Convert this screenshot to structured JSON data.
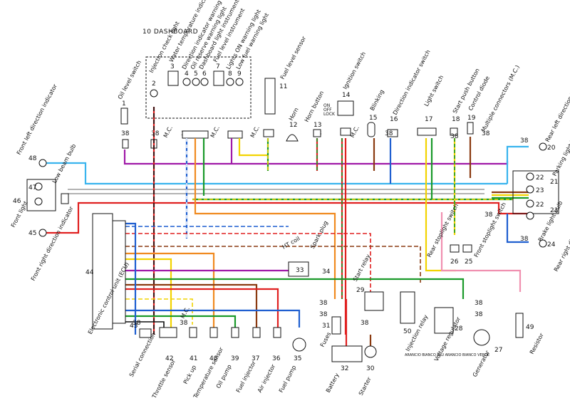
{
  "title": "10  DASHBOARD",
  "dash_labels": [
    "Injection check light",
    "Water temperature indicator",
    "Direction indicator warning light",
    "Oil reserve warning light",
    "Dashboard light instrument",
    "Fuel level instrument",
    "Lights ON warning light",
    "Low fuel warning light"
  ],
  "dash_nums": [
    "1",
    "2",
    "3",
    "4",
    "5",
    "6",
    "7",
    "8",
    "9"
  ],
  "top_components": [
    {
      "num": "1",
      "label": "Oil level switch"
    },
    {
      "num": "11",
      "label": "Fuel level sensor"
    },
    {
      "num": "12",
      "label": "Horn"
    },
    {
      "num": "13",
      "label": "Horn button"
    },
    {
      "num": "14",
      "label": "Ignition switch"
    },
    {
      "num": "15",
      "label": "Blinking"
    },
    {
      "num": "16",
      "label": "Direction indicator switch"
    },
    {
      "num": "17",
      "label": "Light switch"
    },
    {
      "num": "18",
      "label": "Start push button"
    },
    {
      "num": "19",
      "label": "Control diode"
    }
  ],
  "multiple_connectors": "Multiple connectors (M.C.)",
  "connector_code": "38",
  "mc": "M.C.",
  "ignition_positions": [
    "ON",
    "OFF",
    "LOCK"
  ],
  "right_components": [
    {
      "num": "20",
      "label": "Rear left direction indicator"
    },
    {
      "num": "21",
      "label": "Parking light bulb"
    },
    {
      "num": "22",
      "label": ""
    },
    {
      "num": "23",
      "label": ""
    },
    {
      "num": "21",
      "label": "Brake light bulb"
    },
    {
      "num": "24",
      "label": "Rear right direction indicator"
    }
  ],
  "left_components": [
    {
      "num": "48",
      "label": "Front left direction indicator"
    },
    {
      "num": "47",
      "label": "Low beam bulb"
    },
    {
      "num": "46",
      "label": "Front light"
    },
    {
      "num": "45",
      "label": "Front right direction indicator"
    }
  ],
  "ecu": {
    "num": "44",
    "label": "Electronic control unit (ECU)"
  },
  "ht_coil": "HT coil",
  "spark_plug": "Spark plug",
  "coil_nums": [
    "33",
    "34"
  ],
  "start_relay": "Start relay",
  "stoplight": [
    {
      "num": "26",
      "label": "Rear stoplight switch"
    },
    {
      "num": "25",
      "label": "Front stoplight switch"
    }
  ],
  "bottom_components": [
    {
      "num": "43",
      "label": "Serial connection"
    },
    {
      "num": "42",
      "label": "Throttle sensor"
    },
    {
      "num": "41",
      "label": "Pick up"
    },
    {
      "num": "40",
      "label": "Temperature sensor"
    },
    {
      "num": "39",
      "label": "Oil pump"
    },
    {
      "num": "37",
      "label": "Fuel injector"
    },
    {
      "num": "36",
      "label": "Air injector"
    },
    {
      "num": "35",
      "label": "Fuel pump"
    },
    {
      "num": "31",
      "label": "Fuses"
    },
    {
      "num": "32",
      "label": "Battery"
    },
    {
      "num": "30",
      "label": "Starter"
    },
    {
      "num": "29",
      "label": ""
    },
    {
      "num": "50",
      "label": "Injection relay"
    },
    {
      "num": "28",
      "label": "Voltage regulator"
    },
    {
      "num": "27",
      "label": "Generator"
    },
    {
      "num": "49",
      "label": "Resistor"
    }
  ],
  "regulator_text": "ARANCIO BIANCO   BLU\nARANCIO BIANCO   VERDE",
  "wire_colors": {
    "red": "#e02020",
    "black": "#111111",
    "blue": "#1f5fd0",
    "lightblue": "#39b4ee",
    "green": "#1a9a2a",
    "yellow": "#f2d300",
    "purple": "#a01aa8",
    "brown": "#8a3a10",
    "orange": "#f08a20",
    "pink": "#f090b0",
    "grey": "#9a9a9a",
    "white": "#dddddd"
  }
}
